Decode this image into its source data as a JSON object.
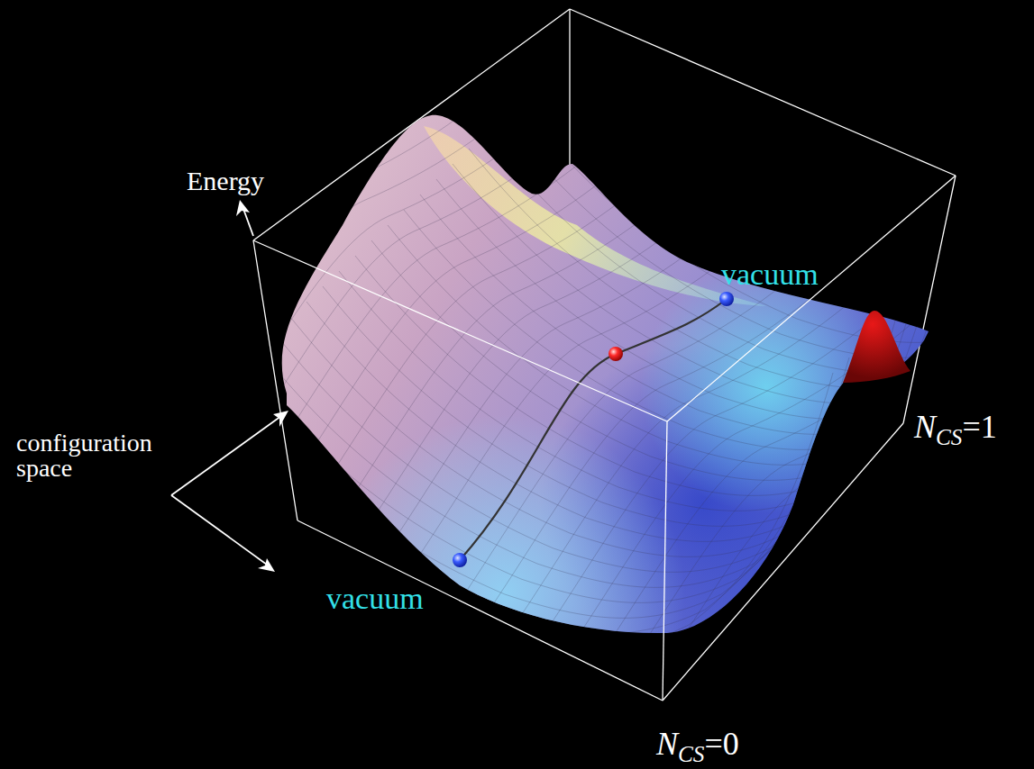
{
  "diagram": {
    "labels": [
      "Energy",
      "configuration space",
      "vacuum",
      "vacuum",
      "NCS=1",
      "NCS=0"
    ]
  }
}
